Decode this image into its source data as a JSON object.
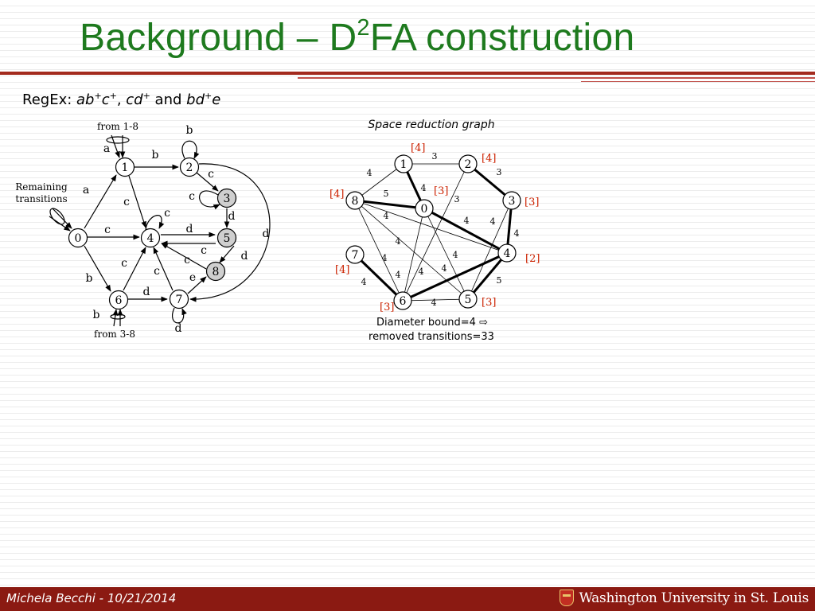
{
  "slide": {
    "title_main": "Background – D",
    "title_sup": "2",
    "title_rest": "FA construction",
    "regex_label": "RegEx: ",
    "regex_1a": "ab",
    "regex_1b": "c",
    "regex_plus": "+",
    "regex_2": "cd",
    "regex_and": " and ",
    "regex_3a": "bd",
    "regex_3b": "e"
  },
  "dfa": {
    "states": [
      "0",
      "1",
      "2",
      "3",
      "4",
      "5",
      "6",
      "7",
      "8"
    ],
    "accepting": [
      "3",
      "5",
      "8"
    ],
    "annotations": {
      "from_1_8": "from 1-8",
      "from_3_8": "from 3-8",
      "remaining_1": "Remaining",
      "remaining_2": "transitions"
    },
    "edge_labels": {
      "e0_1": "a",
      "in_1": "a",
      "e1_2": "b",
      "loop_2": "b",
      "e2_3": "c",
      "loop_3": "c",
      "e3_5": "d",
      "e1_4": "c",
      "e2_7": "d",
      "loop_4": "c",
      "e0_4": "c",
      "e4_5": "d",
      "e5_4": "c",
      "e8_4": "c",
      "e5_8": "d",
      "e6_4": "c",
      "e7_4": "c",
      "e7_8": "e",
      "e0_6": "b",
      "e6_7": "d",
      "in_6": "b",
      "loop_7": "d"
    }
  },
  "srg": {
    "title": "Space reduction graph",
    "nodes": [
      "0",
      "1",
      "2",
      "3",
      "4",
      "5",
      "6",
      "7",
      "8"
    ],
    "node_labels": {
      "n1": "[4]",
      "n2": "[4]",
      "n3": "[3]",
      "n4": "[2]",
      "n5": "[3]",
      "n6": "[3]",
      "n7": "[4]",
      "n8": "[4]",
      "n0": "[3]"
    },
    "label_colors": {
      "red": "#cc2200",
      "black": "#000000"
    },
    "weights": {
      "w12": "3",
      "w18": "4",
      "w10": "4",
      "w23": "3",
      "w24": "3",
      "w80": "5",
      "w34": "4",
      "w04": "4",
      "w05": "4",
      "w85": "4",
      "w84": "4",
      "w86": "4",
      "w16": "4",
      "w06": "4",
      "w26": "4",
      "w46": "4",
      "w45": "5",
      "w67": "4",
      "w65": "4"
    },
    "caption_line1": "Diameter bound=4 ",
    "caption_arrow": "⇨",
    "caption_line2": "removed transitions=33"
  },
  "footer": {
    "author_date": "Michela Becchi - 10/21/2014",
    "logo_text": "Washington University in St. Louis",
    "logo_icon": "crest-shield-icon"
  },
  "colors": {
    "title_green": "#1e7a1e",
    "rule_red": "#a32a1e",
    "footer_red": "#8b1a12",
    "accept_fill": "#cfcfcf"
  }
}
